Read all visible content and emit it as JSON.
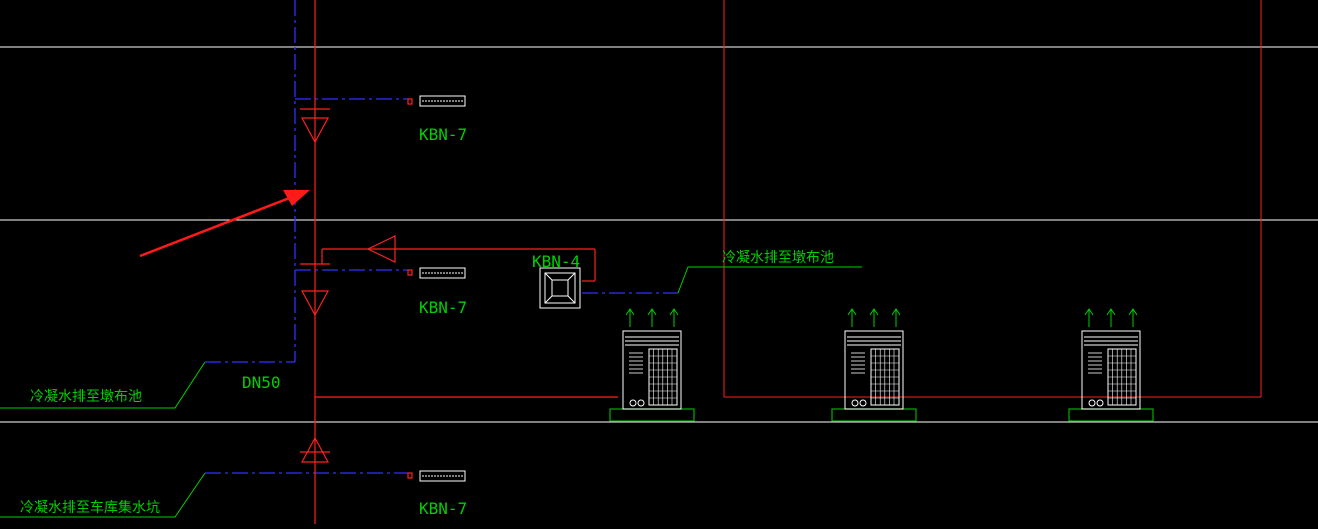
{
  "colors": {
    "background": "#000000",
    "floor_line": "#ffffff",
    "refrigerant_pipe": "#ff2020",
    "condensate_pipe": "#3030ff",
    "text": "#00d000",
    "pad": "#00b000",
    "annotation_arrow": "#ff1a1a"
  },
  "labels": {
    "unit_top": "KBN-7",
    "unit_middle": "KBN-7",
    "unit_bottom": "KBN-7",
    "cassette": "KBN-4",
    "pipe_size": "DN50",
    "note_right": "冷凝水排至墩布池",
    "note_left": "冷凝水排至墩布池",
    "note_bottom": "冷凝水排至车库集水坑"
  },
  "icons": {
    "wall_unit": "wall-mounted-indoor-unit-icon",
    "cassette": "ceiling-cassette-unit-icon",
    "outdoor_unit": "outdoor-condenser-unit-icon",
    "airflow": "airflow-up-arrow-icon",
    "flow": "flow-direction-triangle-icon"
  }
}
